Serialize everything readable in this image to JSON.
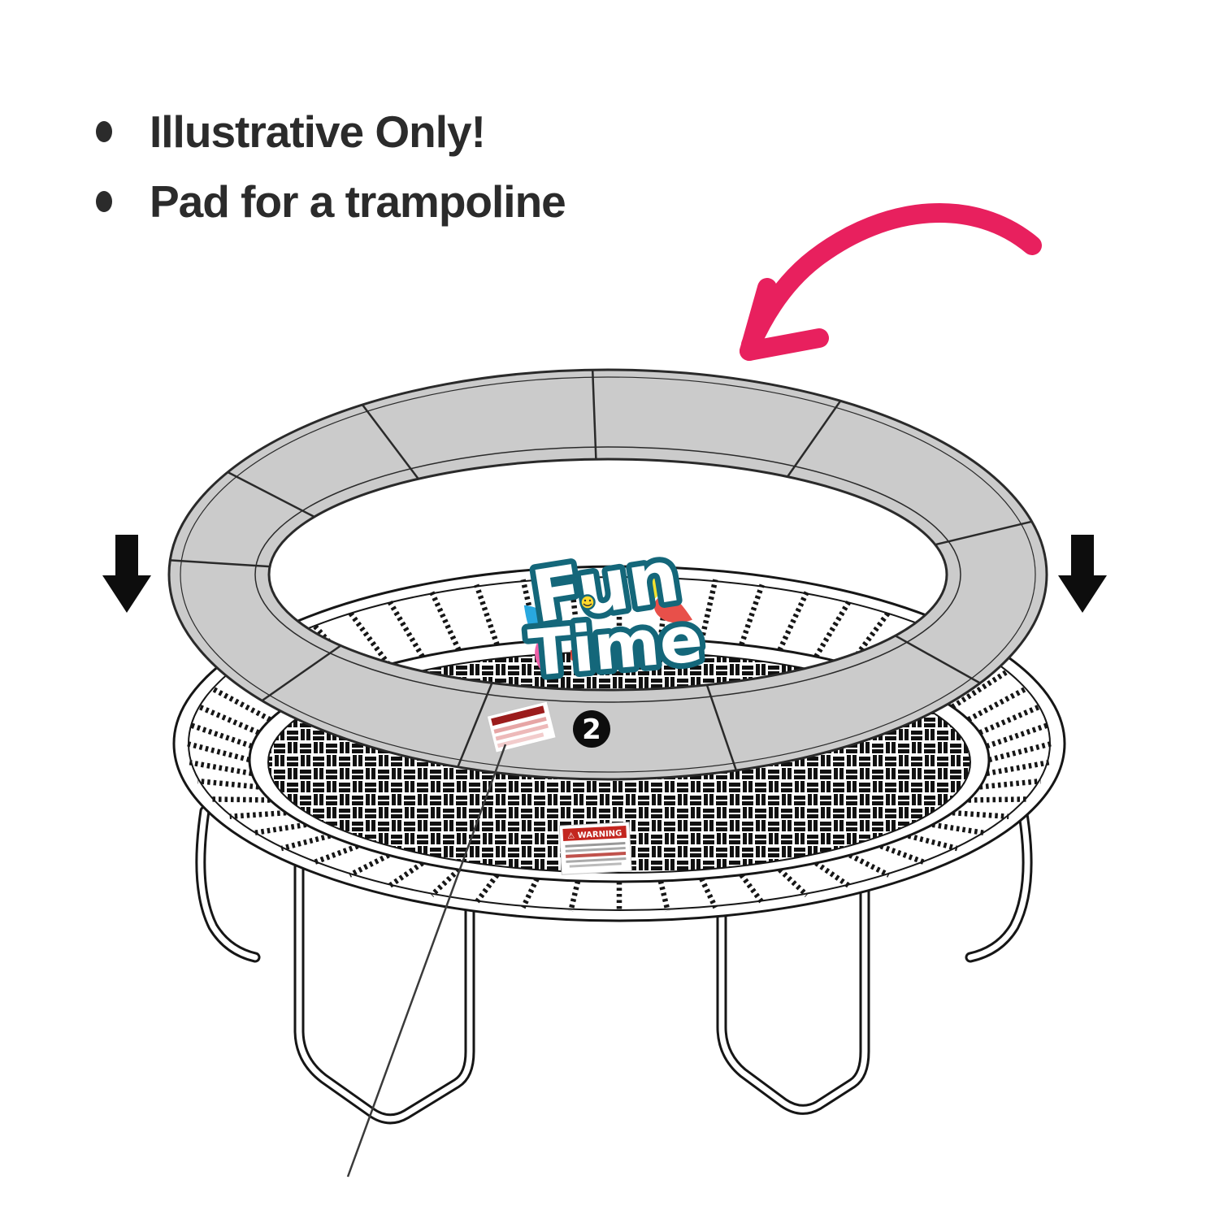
{
  "bullets": [
    {
      "text": "Illustrative Only!"
    },
    {
      "text": "Pad for a trampoline"
    }
  ],
  "logo": {
    "word1": "Fun",
    "word2": "Time"
  },
  "callouts": {
    "part_number": "2"
  },
  "labels": {
    "mat_warning_title": "⚠ WARNING"
  },
  "colors": {
    "pad_gray": "#cbcbcb",
    "line_black": "#161616",
    "arrow_pink": "#e8205e",
    "arrow_black": "#0d0d0d",
    "text_dark": "#2b2b2b",
    "logo_teal": "#14677a",
    "warning_red": "#c3261f",
    "label_dark_red": "#9b1c1c"
  }
}
